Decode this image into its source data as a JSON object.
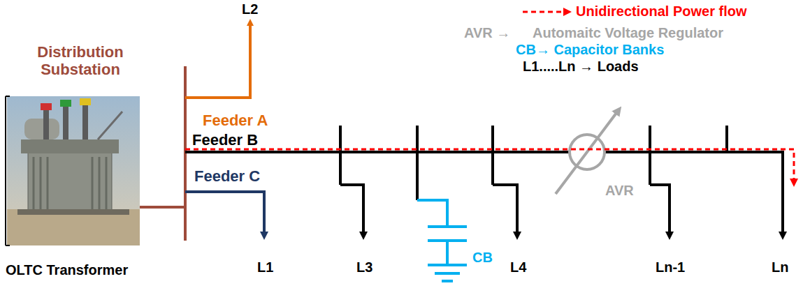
{
  "diagram": {
    "nodes": [
      {
        "text": [
          "Distribution Substation",
          "OLTC Transformer"
        ]
      }
    ],
    "labels": [
      "L2",
      "AVR →",
      "Automaitc Voltage Regulator",
      "CB→ Capacitor Banks",
      "L1.....Ln → Loads",
      "Feeder A",
      "Feeder B",
      "Feeder C",
      "L1",
      "L3",
      "CB",
      "L4",
      "AVR",
      "Ln-1",
      "Ln"
    ],
    "legend": [
      {
        "text": "Unidirectional Power flow"
      }
    ]
  }
}
